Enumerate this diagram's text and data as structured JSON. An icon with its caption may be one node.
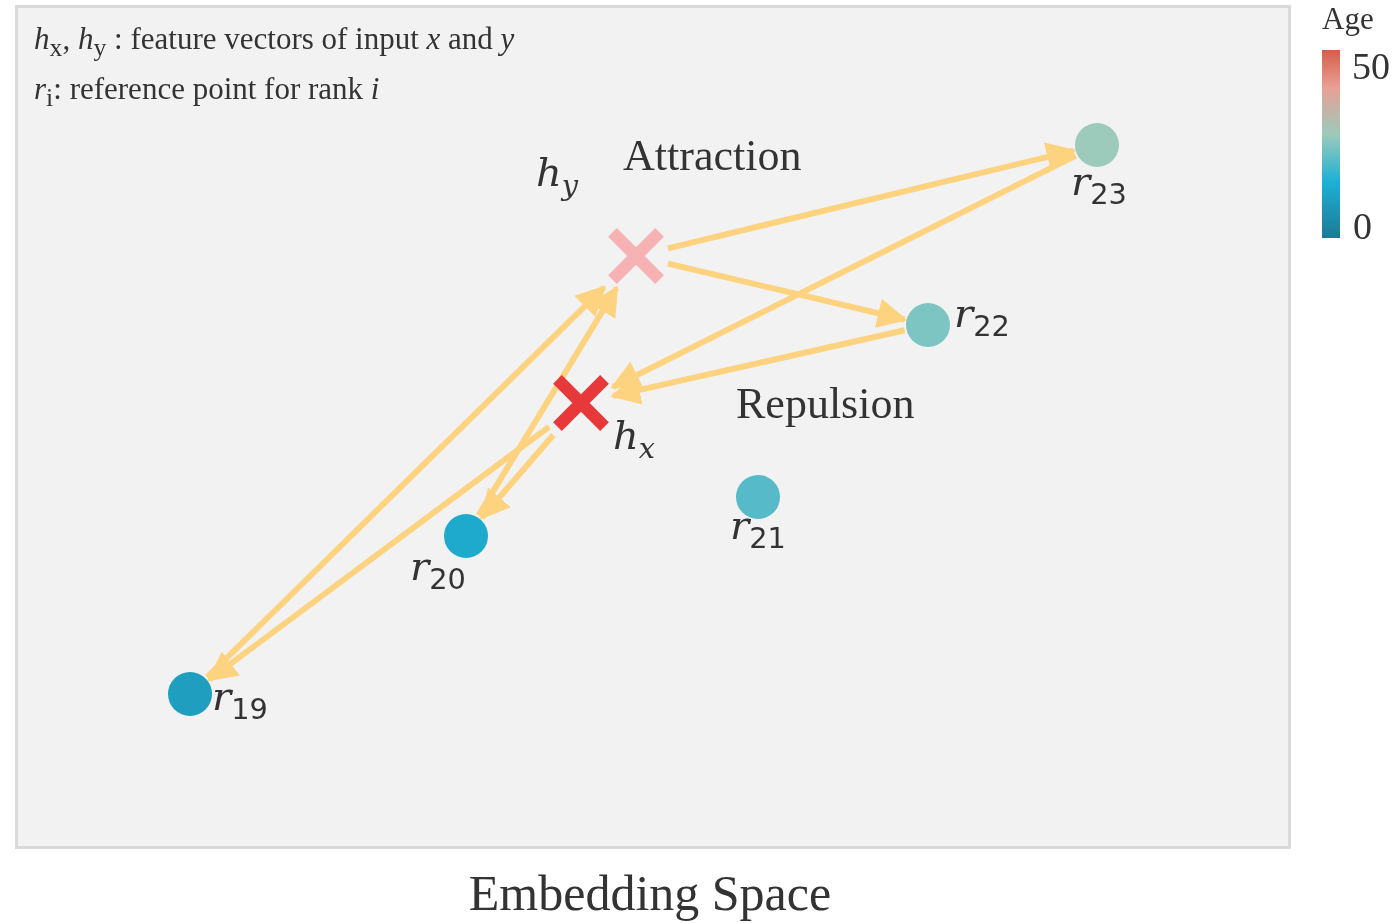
{
  "diagram": {
    "caption": "Embedding Space",
    "nodes": [
      {
        "text": [
          "h$_{x}$"
        ]
      },
      {
        "text": [
          "h$_{y}$"
        ]
      },
      {
        "text": [
          "*r*$_{19}$"
        ]
      },
      {
        "text": [
          "*r*$_{20}$"
        ]
      },
      {
        "text": [
          "*r*$_{21}$"
        ]
      },
      {
        "text": [
          "*r*$_{22}$"
        ]
      },
      {
        "text": [
          "*r*$_{23}$"
        ]
      }
    ],
    "edges": [
      {
        "from": 1,
        "to": 6,
        "arrow": "to"
      },
      {
        "from": 1,
        "to": 5,
        "arrow": "to"
      },
      {
        "from": 6,
        "to": 0,
        "arrow": "to"
      },
      {
        "from": 5,
        "to": 0,
        "arrow": "to"
      },
      {
        "from": 2,
        "to": 1,
        "arrow": "to"
      },
      {
        "from": 3,
        "to": 1,
        "arrow": "to"
      },
      {
        "from": 0,
        "to": 2,
        "arrow": "to"
      },
      {
        "from": 0,
        "to": 3,
        "arrow": "to"
      }
    ],
    "labels": [
      "*h*$_{x}$, *h*$_{y}$ : feature vectors of input *x* and *y*",
      "*r*$_{i}$: reference point for rank *i*",
      "Attraction",
      "Repulsion",
      "Age",
      "50",
      "0"
    ]
  }
}
